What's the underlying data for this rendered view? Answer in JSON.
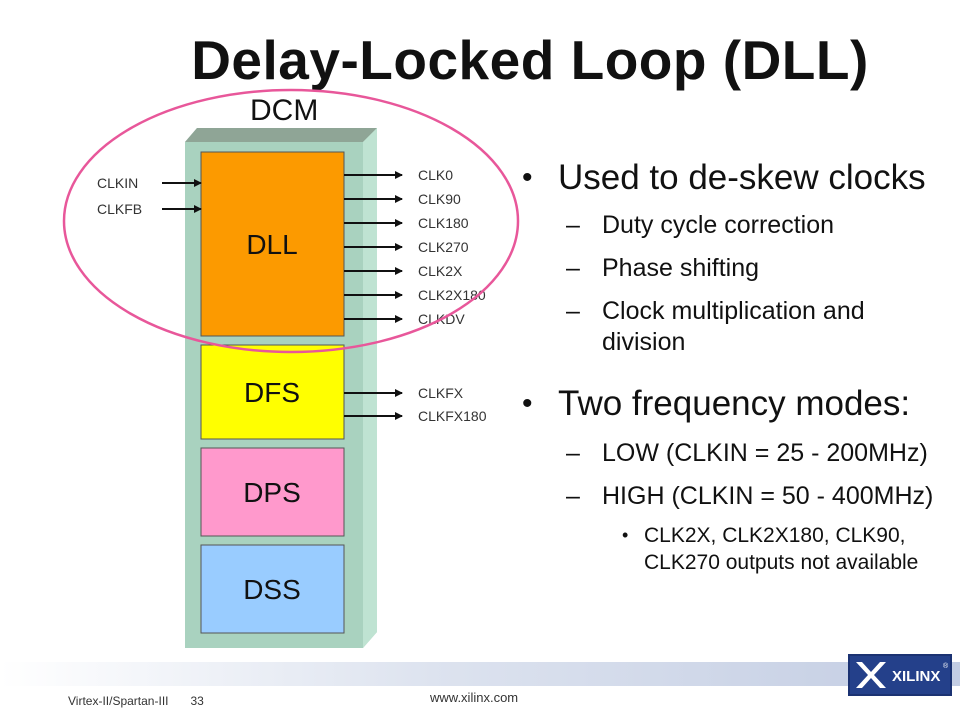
{
  "title": "Delay-Locked Loop (DLL)",
  "diagram": {
    "container_label": "DCM",
    "blocks": [
      "DLL",
      "DFS",
      "DPS",
      "DSS"
    ],
    "inputs": [
      "CLKIN",
      "CLKFB"
    ],
    "dll_outputs": [
      "CLK0",
      "CLK90",
      "CLK180",
      "CLK270",
      "CLK2X",
      "CLK2X180",
      "CLKDV"
    ],
    "dfs_outputs": [
      "CLKFX",
      "CLKFX180"
    ],
    "colors": {
      "dll": "#fc9a00",
      "dfs": "#ffff00",
      "dps": "#ff99cc",
      "dss": "#99ccff",
      "dcm_body": "#b2dcc8",
      "ellipse": "#e8579a"
    }
  },
  "bullets": {
    "b1": "Used to de-skew clocks",
    "b1_items": [
      "Duty cycle correction",
      "Phase shifting",
      "Clock multiplication and division"
    ],
    "b2": "Two frequency modes:",
    "b2_items": [
      "LOW (CLKIN = 25 - 200MHz)",
      "HIGH (CLKIN = 50 - 400MHz)"
    ],
    "b2_sub": "CLK2X, CLK2X180, CLK90, CLK270 outputs not available"
  },
  "footer": {
    "left": "Virtex-II/Spartan-III",
    "page": "33",
    "url": "www.xilinx.com",
    "logo_text": "XILINX",
    "logo_mark": "®"
  }
}
